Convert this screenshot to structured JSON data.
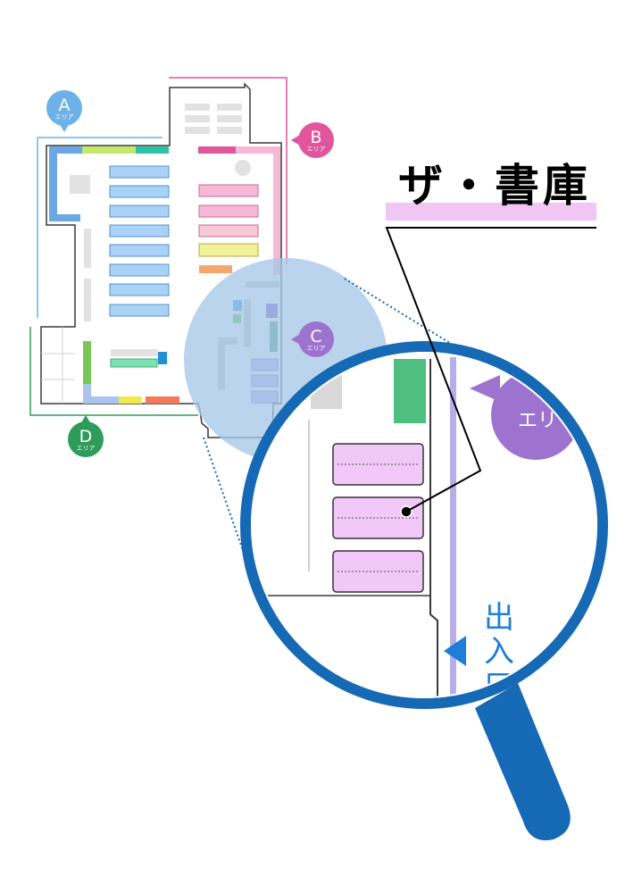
{
  "map": {
    "area_sublabel": "エリア",
    "areas": [
      {
        "letter": "A",
        "color": "#6cb2e8"
      },
      {
        "letter": "B",
        "color": "#e0559c"
      },
      {
        "letter": "C",
        "color": "#9e73cf"
      },
      {
        "letter": "D",
        "color": "#2e9b5a"
      }
    ],
    "zoom_area_sublabel": "エリ",
    "entrance_label_chars": [
      "出",
      "入",
      "口"
    ]
  },
  "callout": {
    "title": "ザ・書庫",
    "highlight_color": "#efc6f4"
  },
  "colors": {
    "floor_outline": "#3a3a3a",
    "shelf_blue": "#a9d3f6",
    "shelf_pink": "#f7b8d8",
    "shelf_purple": "#b7aee9",
    "shelf_lavender": "#f1c8f8",
    "lens_tint": "#a8c8e8",
    "magnifier_frame": "#1569b5"
  }
}
